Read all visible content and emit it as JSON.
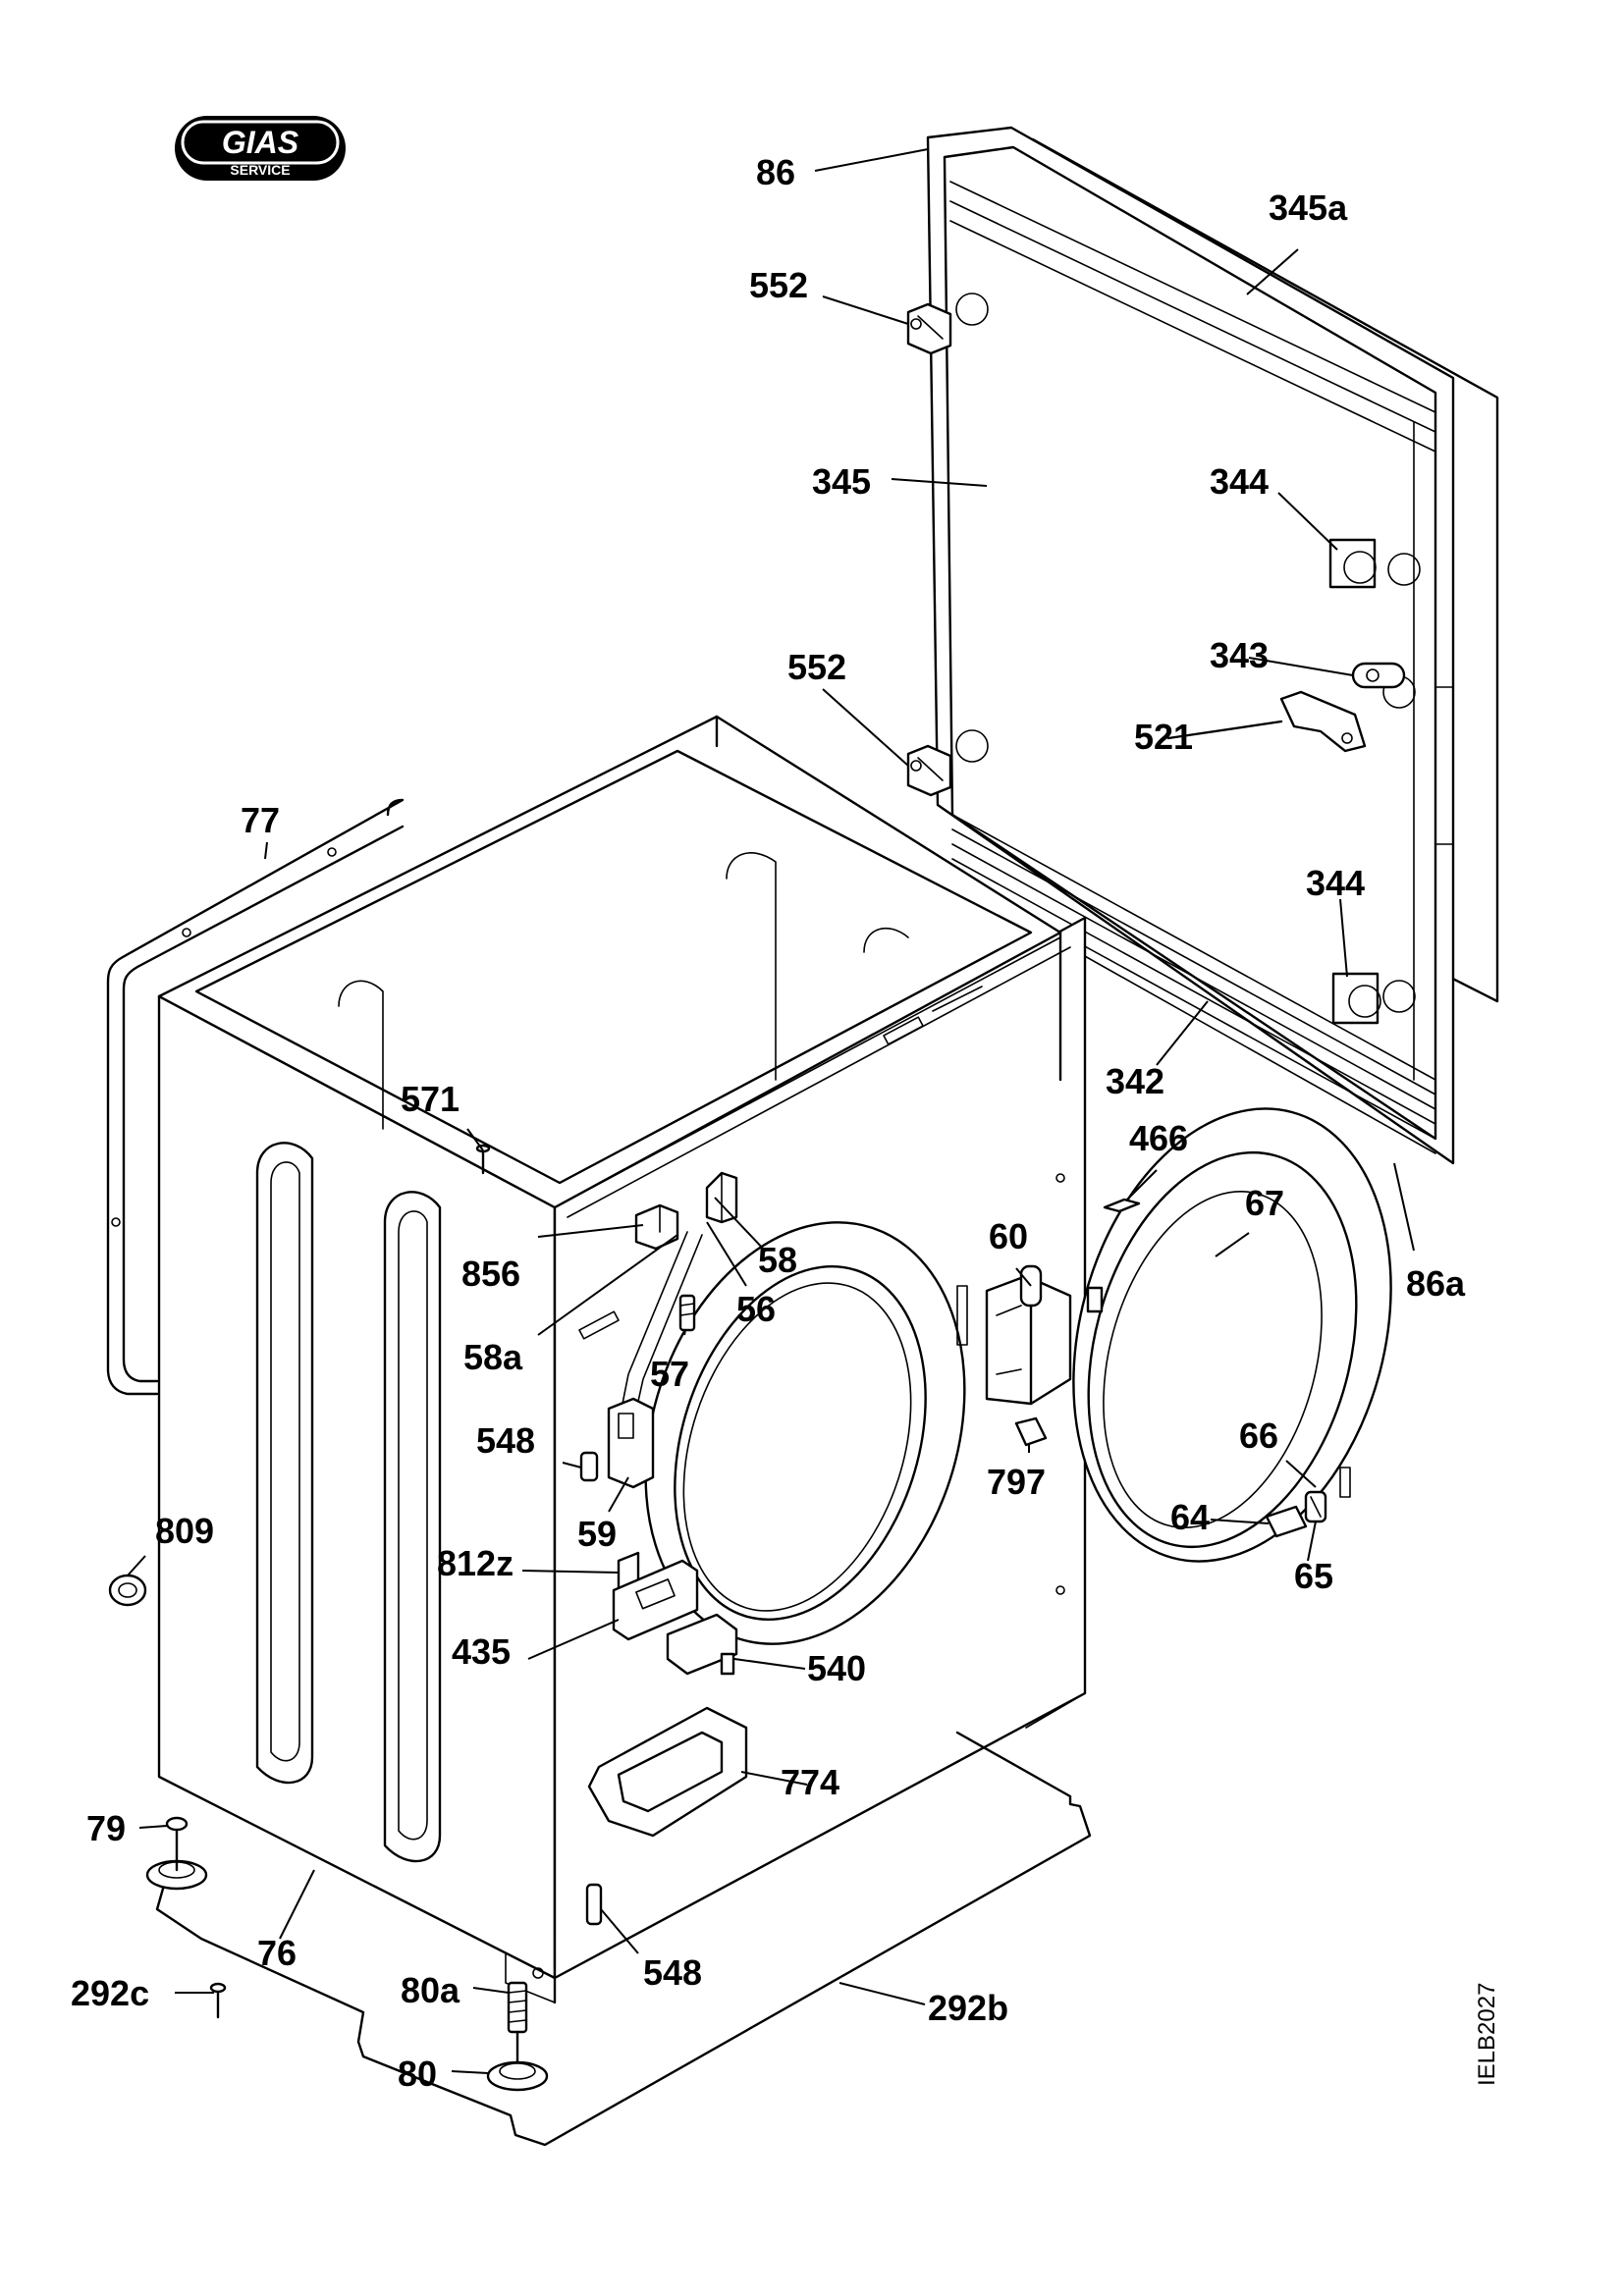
{
  "logo": {
    "brand": "GIAS",
    "sub": "SERVICE"
  },
  "drawing_code": "IELB2027",
  "parts": {
    "p86": "86",
    "p345a": "345a",
    "p552a": "552",
    "p345": "345",
    "p344a": "344",
    "p343": "343",
    "p552b": "552",
    "p521": "521",
    "p344b": "344",
    "p77": "77",
    "p342": "342",
    "p571": "571",
    "p466": "466",
    "p67": "67",
    "p86a": "86a",
    "p856": "856",
    "p58": "58",
    "p60": "60",
    "p56": "56",
    "p58a": "58a",
    "p57": "57",
    "p66": "66",
    "p548a": "548",
    "p797": "797",
    "p64": "64",
    "p809": "809",
    "p59": "59",
    "p65": "65",
    "p812z": "812z",
    "p435": "435",
    "p540": "540",
    "p774": "774",
    "p79": "79",
    "p76": "76",
    "p548b": "548",
    "p292c": "292c",
    "p80a": "80a",
    "p292b": "292b",
    "p80": "80"
  }
}
